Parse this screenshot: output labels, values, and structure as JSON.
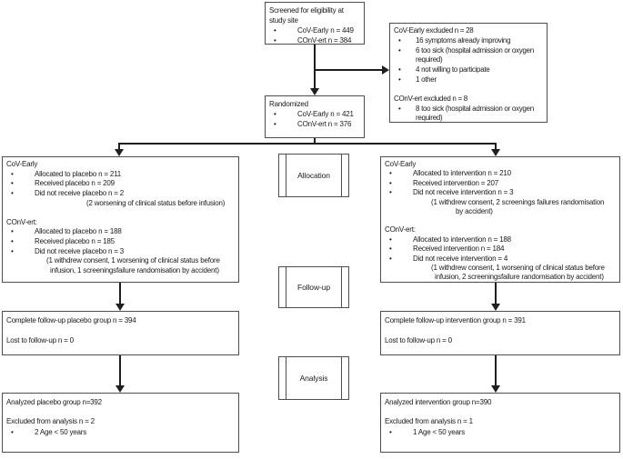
{
  "diagram": {
    "type": "consort-flow",
    "bullet_char": "•",
    "colors": {
      "box_border": "#4d4d4d",
      "connector": "#1f1f1f",
      "text": "#1a1a1a",
      "background": "#ffffff"
    },
    "stage_labels": {
      "allocation": "Allocation",
      "followup": "Follow-up",
      "analysis": "Analysis"
    },
    "boxes": {
      "screened": {
        "lines": [
          {
            "style": "plain",
            "text": "Screened for eligibility at"
          },
          {
            "style": "plain",
            "text": "study site"
          },
          {
            "style": "bullet",
            "text": "CoV-Early n = 449"
          },
          {
            "style": "bullet",
            "text": "COnV-ert n = 384"
          }
        ]
      },
      "excluded": {
        "lines": [
          {
            "style": "plain",
            "text": "CoV-Early excluded n = 28"
          },
          {
            "style": "bullet",
            "text": "16 symptoms already improving"
          },
          {
            "style": "bullet",
            "text": "6 too sick (hospital admission or oxygen"
          },
          {
            "style": "wrap",
            "indent": 26,
            "text": "required)"
          },
          {
            "style": "bullet",
            "text": "4 not willing to participate"
          },
          {
            "style": "bullet",
            "text": "1 other"
          },
          {
            "style": "blank",
            "text": ""
          },
          {
            "style": "plain",
            "text": "COnV-ert excluded n = 8"
          },
          {
            "style": "bullet",
            "text": "8 too sick (hospital admission or oxygen"
          },
          {
            "style": "wrap",
            "indent": 26,
            "text": "required)"
          }
        ]
      },
      "randomized": {
        "lines": [
          {
            "style": "plain",
            "text": "Randomized"
          },
          {
            "style": "bullet",
            "text": "CoV-Early n = 421"
          },
          {
            "style": "bullet",
            "text": "COnV-ert n = 376"
          }
        ]
      },
      "alloc_left": {
        "lines": [
          {
            "style": "plain",
            "text": "CoV-Early"
          },
          {
            "style": "bullet",
            "text": "Allocated to placebo n = 211"
          },
          {
            "style": "bullet",
            "text": "Received placebo n = 209"
          },
          {
            "style": "bullet",
            "text": "Did not receive placebo n = 2"
          },
          {
            "style": "wrap",
            "indent": 90,
            "text": "(2 worsening of clinical status before infusion)"
          },
          {
            "style": "blank",
            "text": ""
          },
          {
            "style": "plain",
            "text": "COnV-ert:"
          },
          {
            "style": "bullet",
            "text": "Allocated to placebo n = 188"
          },
          {
            "style": "bullet",
            "text": "Received placebo n = 185"
          },
          {
            "style": "bullet",
            "text": "Did not receive placebo n = 3"
          },
          {
            "style": "wrap",
            "indent": 46,
            "text": "(1 withdrew consent, 1 worsening of clinical status before"
          },
          {
            "style": "wrap",
            "indent": 50,
            "text": "infusion, 1 screeningsfailure randomisation by accident)"
          }
        ]
      },
      "alloc_right": {
        "lines": [
          {
            "style": "plain",
            "text": "CoV-Early"
          },
          {
            "style": "bullet",
            "text": "Allocated to intervention n = 210"
          },
          {
            "style": "bullet",
            "text": "Received intervention = 207"
          },
          {
            "style": "bullet",
            "text": "Did not receive intervention n = 3"
          },
          {
            "style": "wrap",
            "indent": 53,
            "text": "(1 withdrew consent, 2 screenings failures randomisation"
          },
          {
            "style": "wrap",
            "indent": 80,
            "text": "by accident)"
          },
          {
            "style": "blank",
            "text": ""
          },
          {
            "style": "plain",
            "text": "COnV-ert:"
          },
          {
            "style": "bullet",
            "text": "Allocated to intervention n = 188"
          },
          {
            "style": "bullet",
            "text": "Received intervention n = 184"
          },
          {
            "style": "bullet",
            "text": "Did not receive intervention  = 4"
          },
          {
            "style": "wrap",
            "indent": 53,
            "text": "(1 withdrew consent, 1 worsening of clinical status before"
          },
          {
            "style": "wrap",
            "indent": 57,
            "text": "infusion, 2 screeningsfailure randomisation by accident)"
          }
        ]
      },
      "followup_left": {
        "lines": [
          {
            "style": "plain",
            "text": "Complete follow-up placebo group n = 394"
          },
          {
            "style": "blank",
            "text": ""
          },
          {
            "style": "plain",
            "text": "Lost to follow-up n = 0"
          }
        ]
      },
      "followup_right": {
        "lines": [
          {
            "style": "plain",
            "text": "Complete follow-up intervention group n = 391"
          },
          {
            "style": "blank",
            "text": ""
          },
          {
            "style": "plain",
            "text": "Lost to follow-up n = 0"
          }
        ]
      },
      "analysis_left": {
        "lines": [
          {
            "style": "plain",
            "text": "Analyzed placebo group n=392"
          },
          {
            "style": "blank",
            "text": ""
          },
          {
            "style": "plain",
            "text": "Excluded from analysis n = 2"
          },
          {
            "style": "bullet",
            "text": "2 Age < 50 years"
          }
        ]
      },
      "analysis_right": {
        "lines": [
          {
            "style": "plain",
            "text": "Analyzed intervention group n=390"
          },
          {
            "style": "blank",
            "text": ""
          },
          {
            "style": "plain",
            "text": "Excluded from analysis n = 1"
          },
          {
            "style": "bullet",
            "text": "1 Age < 50 years"
          }
        ]
      }
    }
  }
}
